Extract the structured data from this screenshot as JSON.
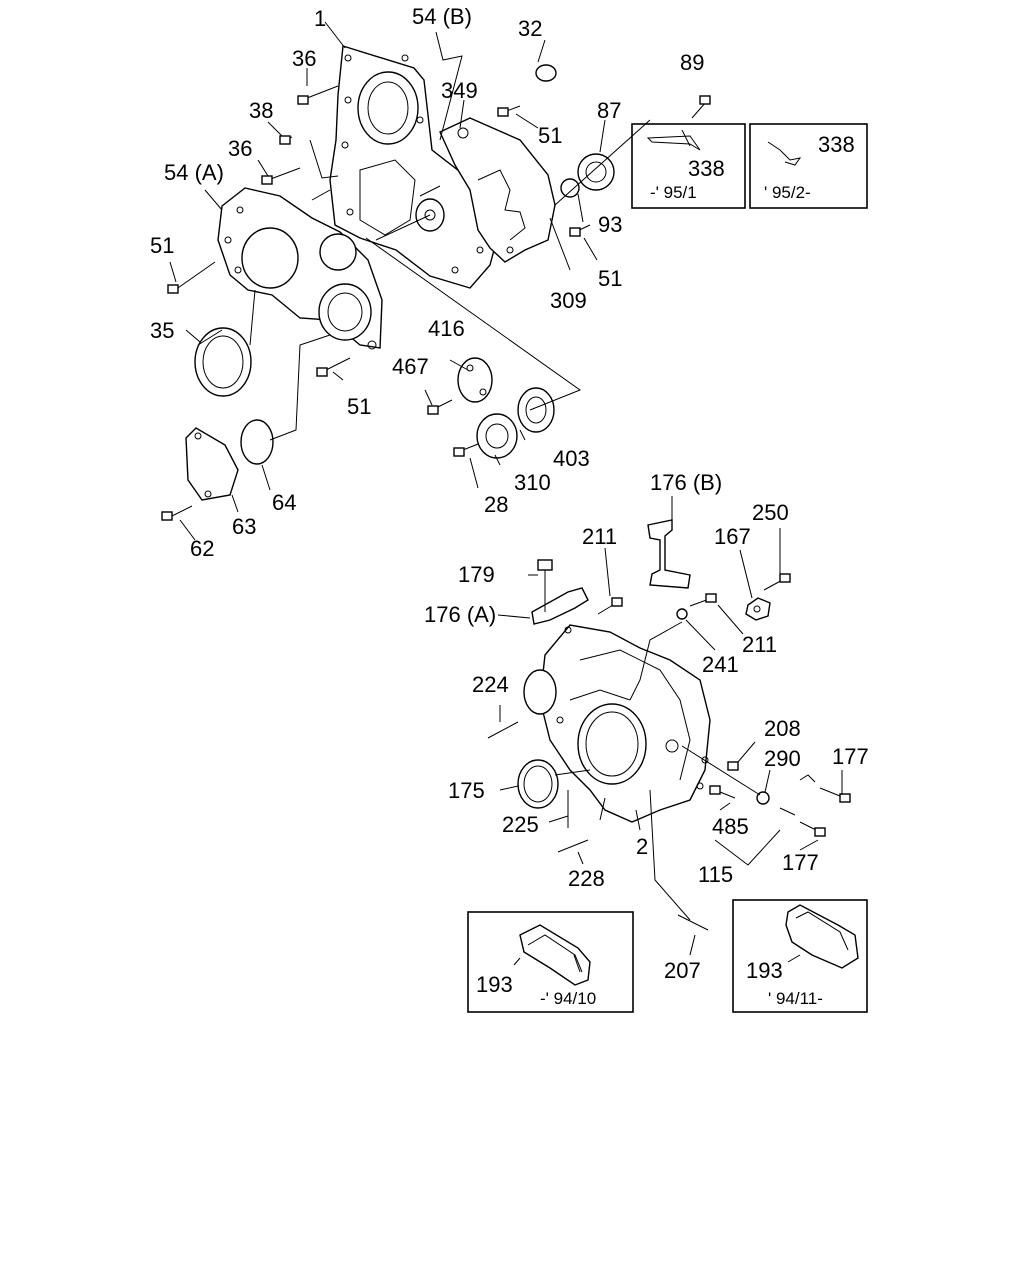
{
  "labels": {
    "p1": "1",
    "p54b": "54 (B)",
    "p32": "32",
    "p36a": "36",
    "p349": "349",
    "p89": "89",
    "p38": "38",
    "p87": "87",
    "p51a": "51",
    "p36b": "36",
    "p54a": "54 (A)",
    "p338a": "338",
    "p338b": "338",
    "p93": "93",
    "p51b": "51",
    "p51c": "51",
    "p309": "309",
    "p35": "35",
    "p416": "416",
    "p467": "467",
    "p51d": "51",
    "p403": "403",
    "p310": "310",
    "p64": "64",
    "p28": "28",
    "p63": "63",
    "p62": "62",
    "p176b": "176 (B)",
    "p211a": "211",
    "p250": "250",
    "p167": "167",
    "p179": "179",
    "p176a": "176 (A)",
    "p211b": "211",
    "p241": "241",
    "p224": "224",
    "p208": "208",
    "p290": "290",
    "p177a": "177",
    "p175": "175",
    "p485": "485",
    "p225": "225",
    "p2": "2",
    "p177b": "177",
    "p115": "115",
    "p228": "228",
    "p193a": "193",
    "p207": "207",
    "p193b": "193"
  },
  "insets": {
    "box1_date": "-' 95/1",
    "box2_date": "' 95/2-",
    "box3_date": "-' 94/10",
    "box4_date": "' 94/11-"
  }
}
